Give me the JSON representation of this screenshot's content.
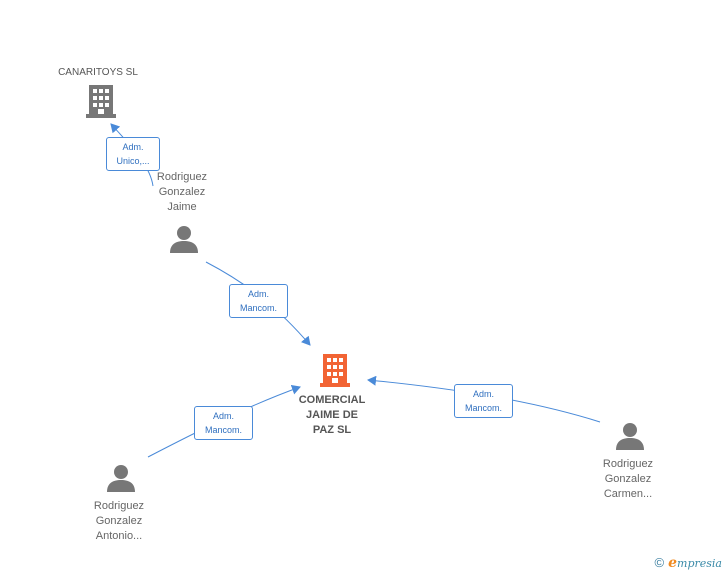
{
  "colors": {
    "edge": "#4a8ad8",
    "company_main": "#f26434",
    "icon_gray": "#777777"
  },
  "nodes": {
    "canaritoys": {
      "label": "CANARITOYS SL",
      "icon": "building-icon"
    },
    "jaime": {
      "label": "Rodriguez\nGonzalez\nJaime",
      "icon": "person-icon"
    },
    "comercial": {
      "label": "COMERCIAL\nJAIME DE\nPAZ SL",
      "icon": "building-icon"
    },
    "antonio": {
      "label": "Rodriguez\nGonzalez\nAntonio...",
      "icon": "person-icon"
    },
    "carmen": {
      "label": "Rodriguez\nGonzalez\nCarmen...",
      "icon": "person-icon"
    }
  },
  "edges": {
    "jaime_canaritoys": {
      "line1": "Adm.",
      "line2": "Unico,..."
    },
    "jaime_comercial": {
      "line1": "Adm.",
      "line2": "Mancom."
    },
    "antonio_comercial": {
      "line1": "Adm.",
      "line2": "Mancom."
    },
    "carmen_comercial": {
      "line1": "Adm.",
      "line2": "Mancom."
    }
  },
  "footer": {
    "copyright": "©",
    "brand_e": "e",
    "brand_rest": "mpresia"
  }
}
